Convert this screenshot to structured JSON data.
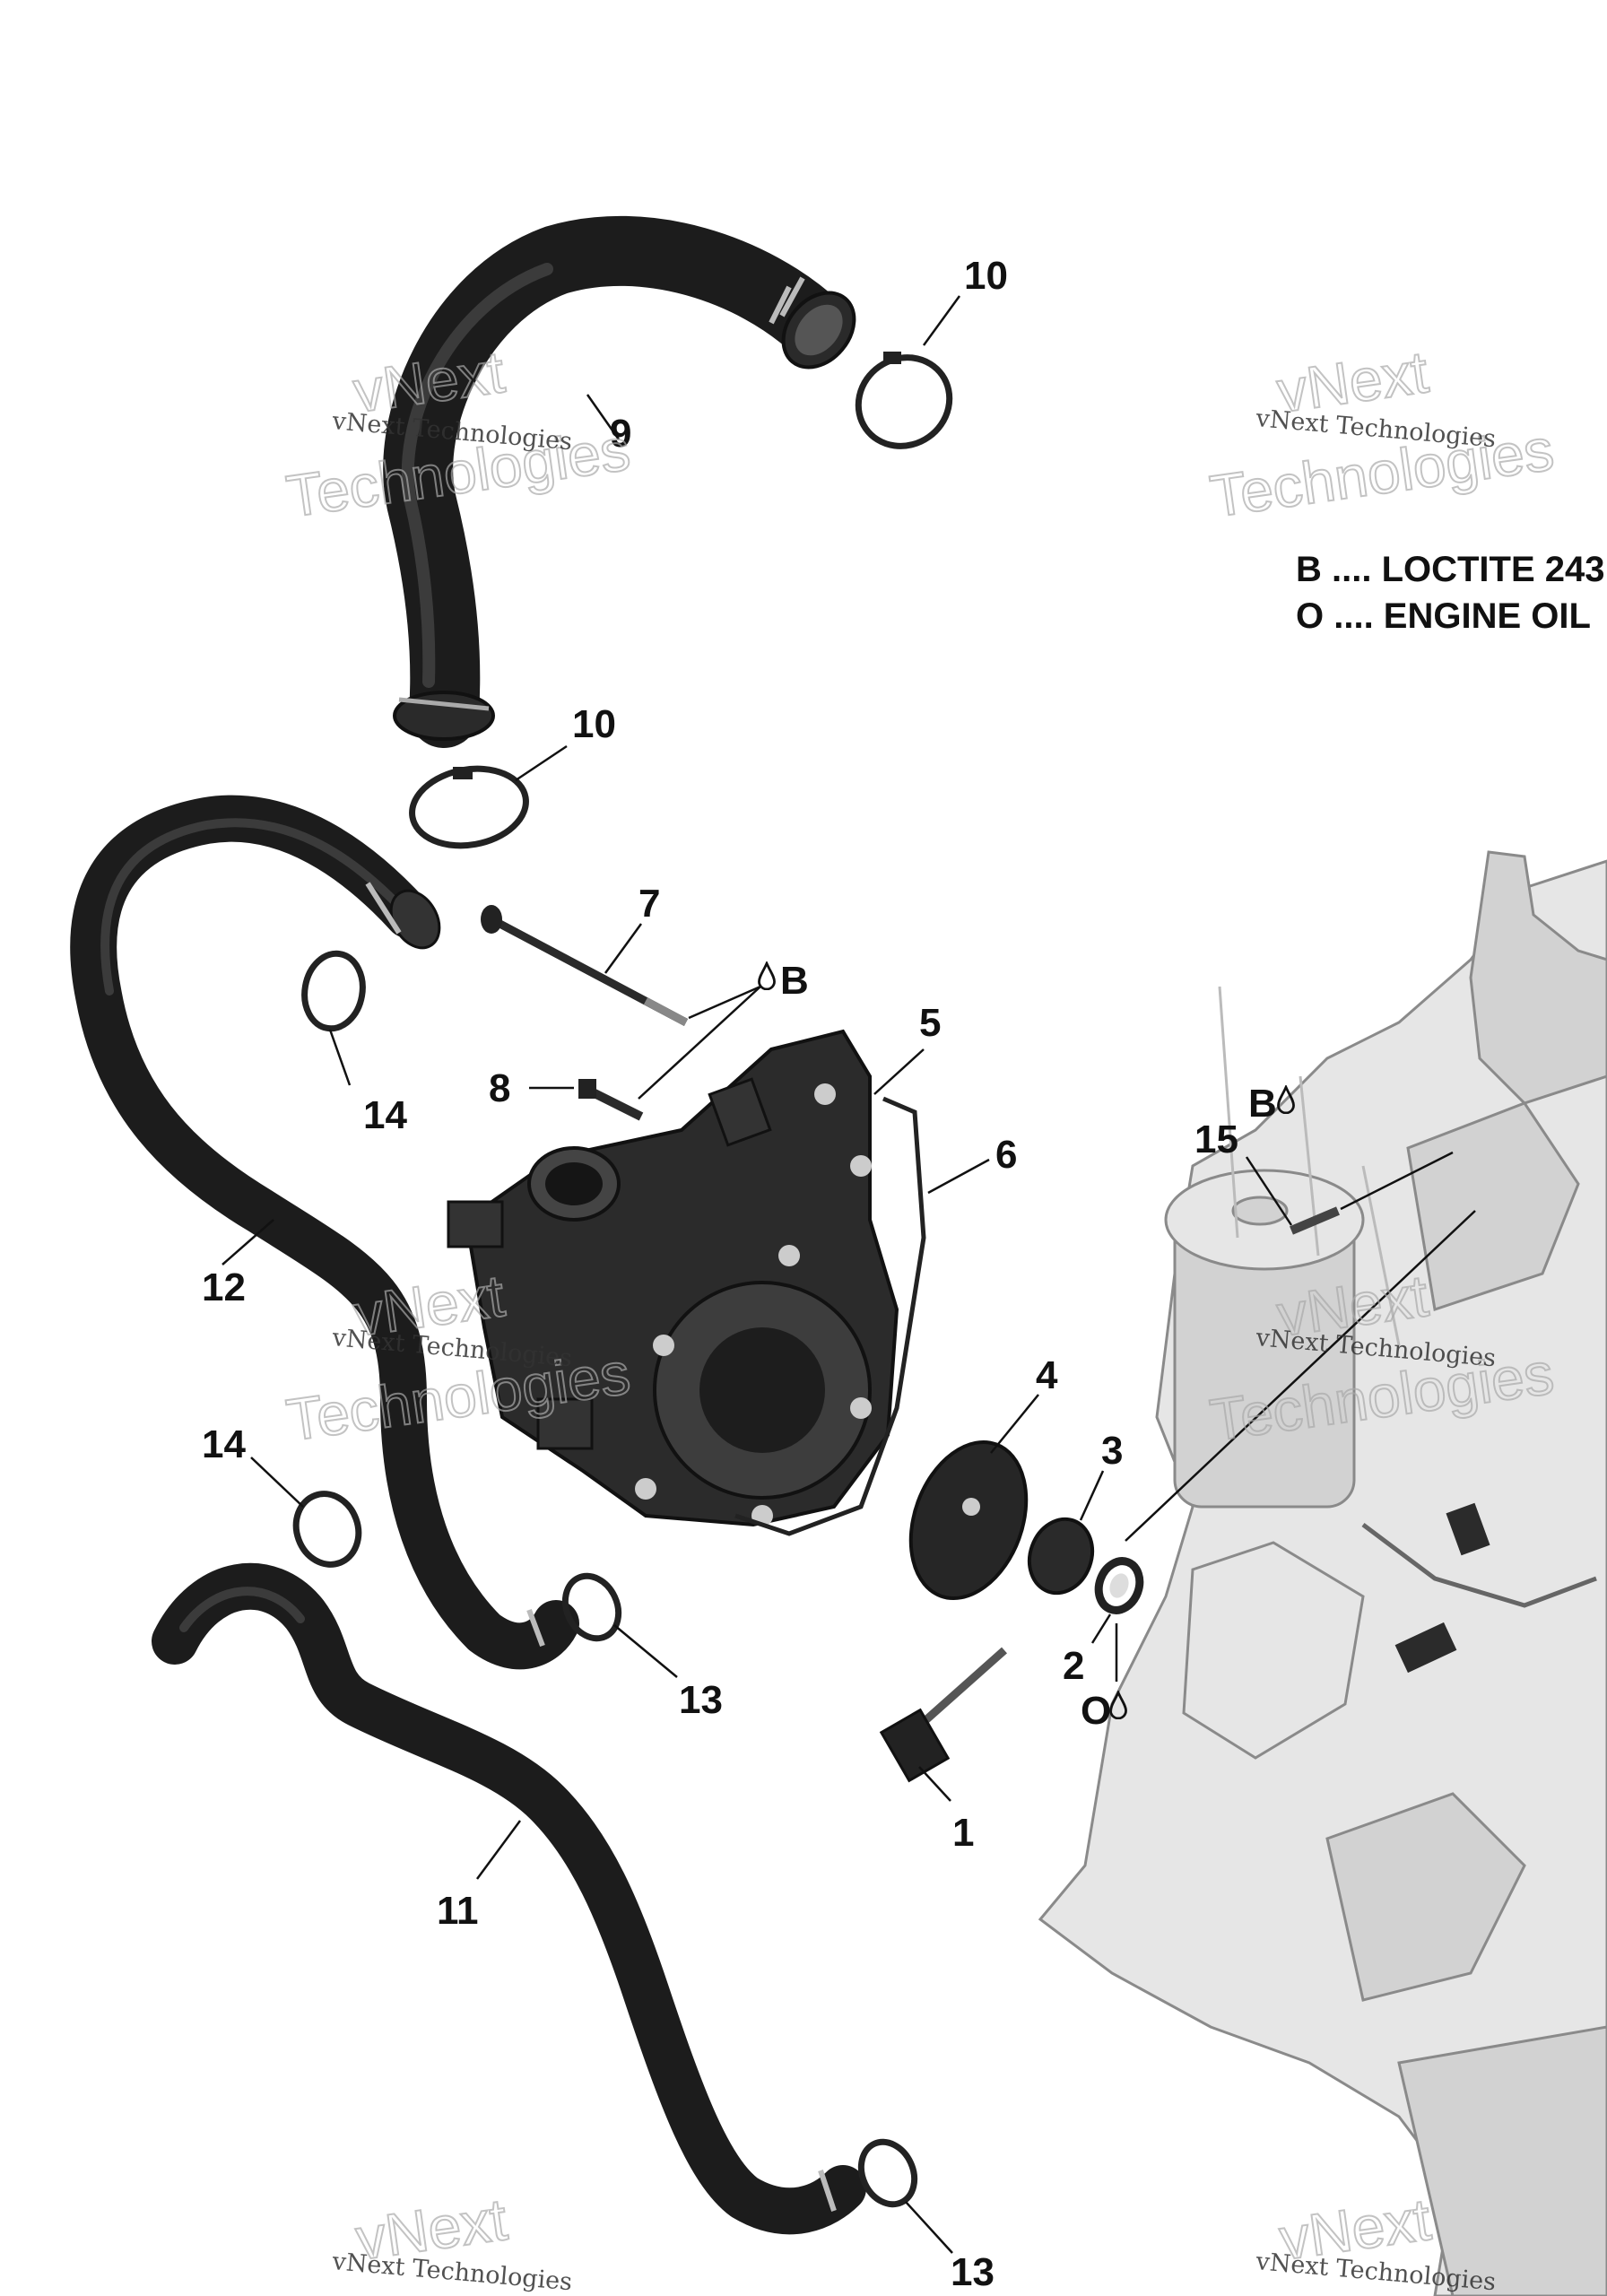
{
  "legend": [
    {
      "code": "B",
      "text": "B .... LOCTITE 243"
    },
    {
      "code": "O",
      "text": "O .... ENGINE OIL"
    }
  ],
  "watermark": {
    "small": "vNext Technologies",
    "line1": "vNext",
    "line2": "Technologies"
  },
  "callouts": {
    "c1": "1",
    "c2": "2",
    "c3": "3",
    "c4": "4",
    "c5": "5",
    "c6": "6",
    "c7": "7",
    "c8": "8",
    "c9": "9",
    "c10a": "10",
    "c10b": "10",
    "c11": "11",
    "c12": "12",
    "c13a": "13",
    "c13b": "13",
    "c14a": "14",
    "c14b": "14",
    "c15": "15"
  },
  "product_markers": {
    "b1": "B",
    "b2": "B",
    "o1": "O"
  }
}
